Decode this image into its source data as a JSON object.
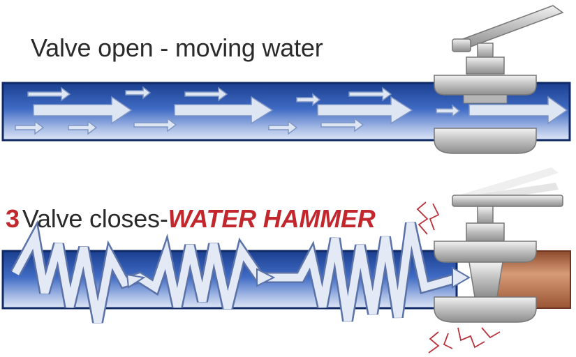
{
  "panels": [
    {
      "caption": "Valve open - moving water"
    },
    {
      "caption_number": "3",
      "caption_text": "Valve closes-",
      "caption_emphasis": "WATER HAMMER"
    }
  ],
  "colors": {
    "pipe_dark": "#1b3f8f",
    "pipe_light": "#c3d2ee",
    "arrow": "#dfe6f3",
    "valve_body": "#c9c9c9",
    "accent_red": "#c1272d",
    "copper": "#b86f4a"
  }
}
